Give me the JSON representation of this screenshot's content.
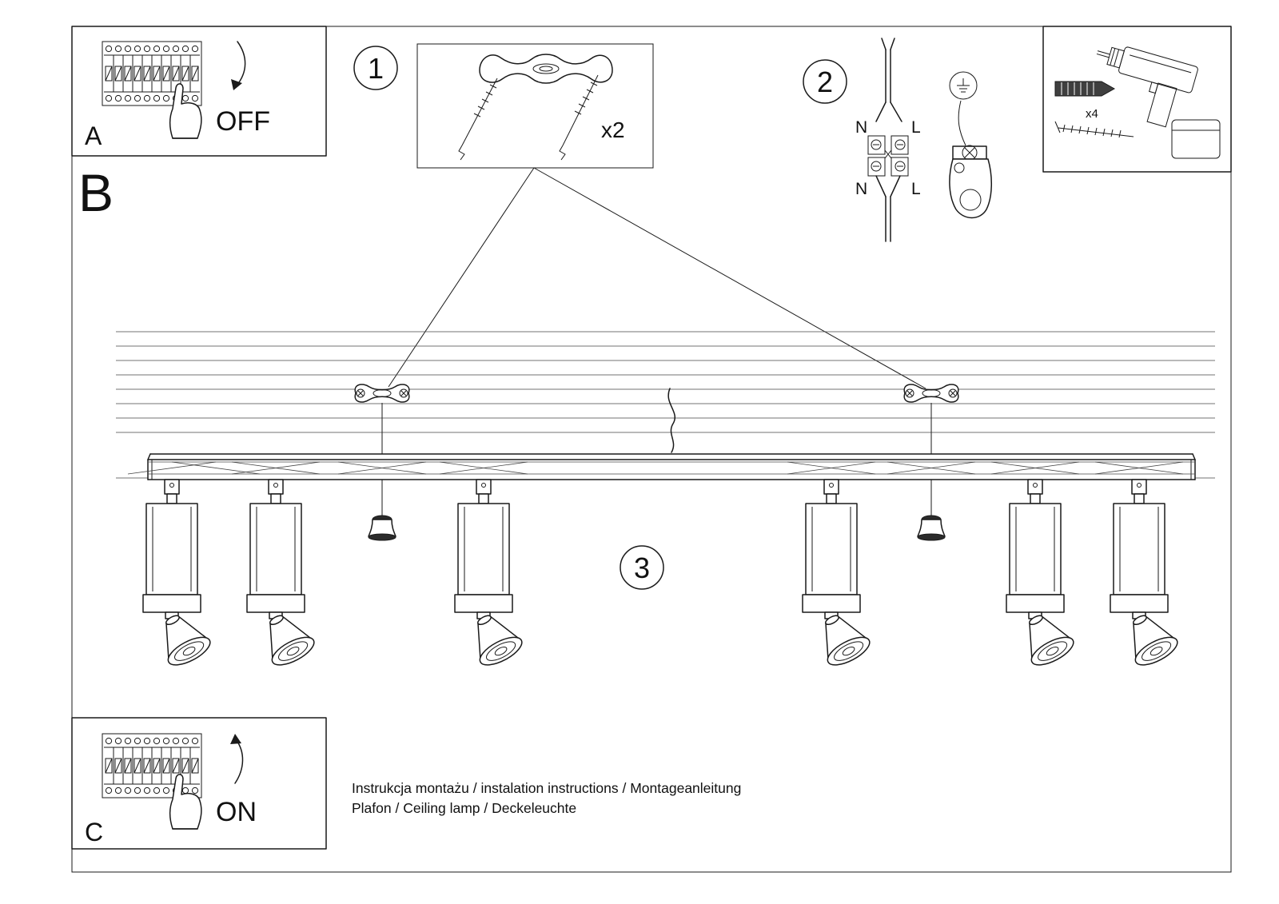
{
  "panel_a": {
    "label": "A",
    "state": "OFF"
  },
  "panel_c": {
    "label": "C",
    "state": "ON"
  },
  "section_label": "B",
  "steps": {
    "one": "1",
    "two": "2",
    "three": "3"
  },
  "step1": {
    "quantity": "x2"
  },
  "tools": {
    "quantity": "x4"
  },
  "wiring": {
    "n_top": "N",
    "l_top": "L",
    "n_bottom": "N",
    "l_bottom": "L"
  },
  "footer": {
    "line1": "Instrukcja montażu / instalation instructions / Montageanleitung",
    "line2": "Plafon / Ceiling lamp / Deckeleuchte"
  },
  "colors": {
    "line": "#1a1a1a",
    "background": "#ffffff"
  }
}
